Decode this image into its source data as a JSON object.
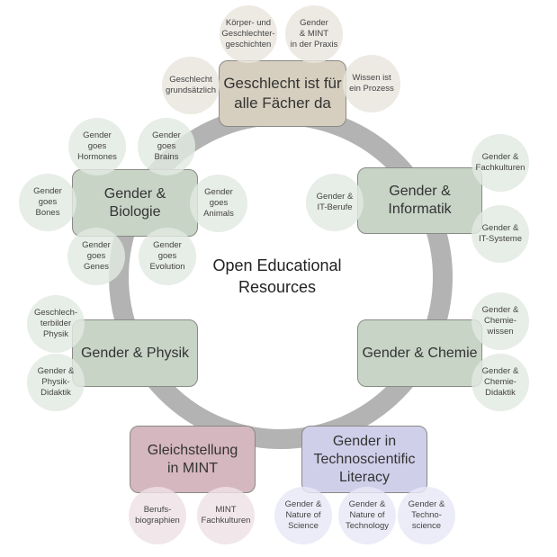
{
  "center_title": "Open Educational\nResources",
  "colors": {
    "ring": "#b3b3b3",
    "geschlecht": "#d6cfbf",
    "green": "#c7d4c6",
    "gleichstellung": "#d5b7bf",
    "techno": "#d0cfea"
  },
  "nodes": {
    "geschlecht": {
      "label": "Geschlecht ist für alle Fächer da",
      "children": [
        "Körper- und\nGeschlechter-\ngeschichten",
        "Gender\n& MINT\nin der Praxis",
        "Geschlecht\ngrundsätzlich",
        "Wissen ist\nein Prozess"
      ]
    },
    "biologie": {
      "label": "Gender & Biologie",
      "children": [
        "Gender\ngoes\nHormones",
        "Gender\ngoes\nBrains",
        "Gender\ngoes\nBones",
        "Gender\ngoes\nAnimals",
        "Gender\ngoes\nGenes",
        "Gender\ngoes\nEvolution"
      ]
    },
    "informatik": {
      "label": "Gender & Informatik",
      "children": [
        "Gender &\nIT-Berufe",
        "Gender &\nFachkulturen",
        "Gender &\nIT-Systeme"
      ]
    },
    "physik": {
      "label": "Gender & Physik",
      "children": [
        "Geschlech-\nterbilder\nPhysik",
        "Gender &\nPhysik-\nDidaktik"
      ]
    },
    "chemie": {
      "label": "Gender & Chemie",
      "children": [
        "Gender &\nChemie-\nwissen",
        "Gender &\nChemie-\nDidaktik"
      ]
    },
    "gleichstellung": {
      "label": "Gleichstellung in MINT",
      "children": [
        "Berufs-\nbiographien",
        "MINT\nFachkulturen"
      ]
    },
    "techno": {
      "label": "Gender in Technoscientific Literacy",
      "children": [
        "Gender &\nNature of\nScience",
        "Gender &\nNature of\nTechnology",
        "Gender &\nTechno-\nscience"
      ]
    }
  }
}
